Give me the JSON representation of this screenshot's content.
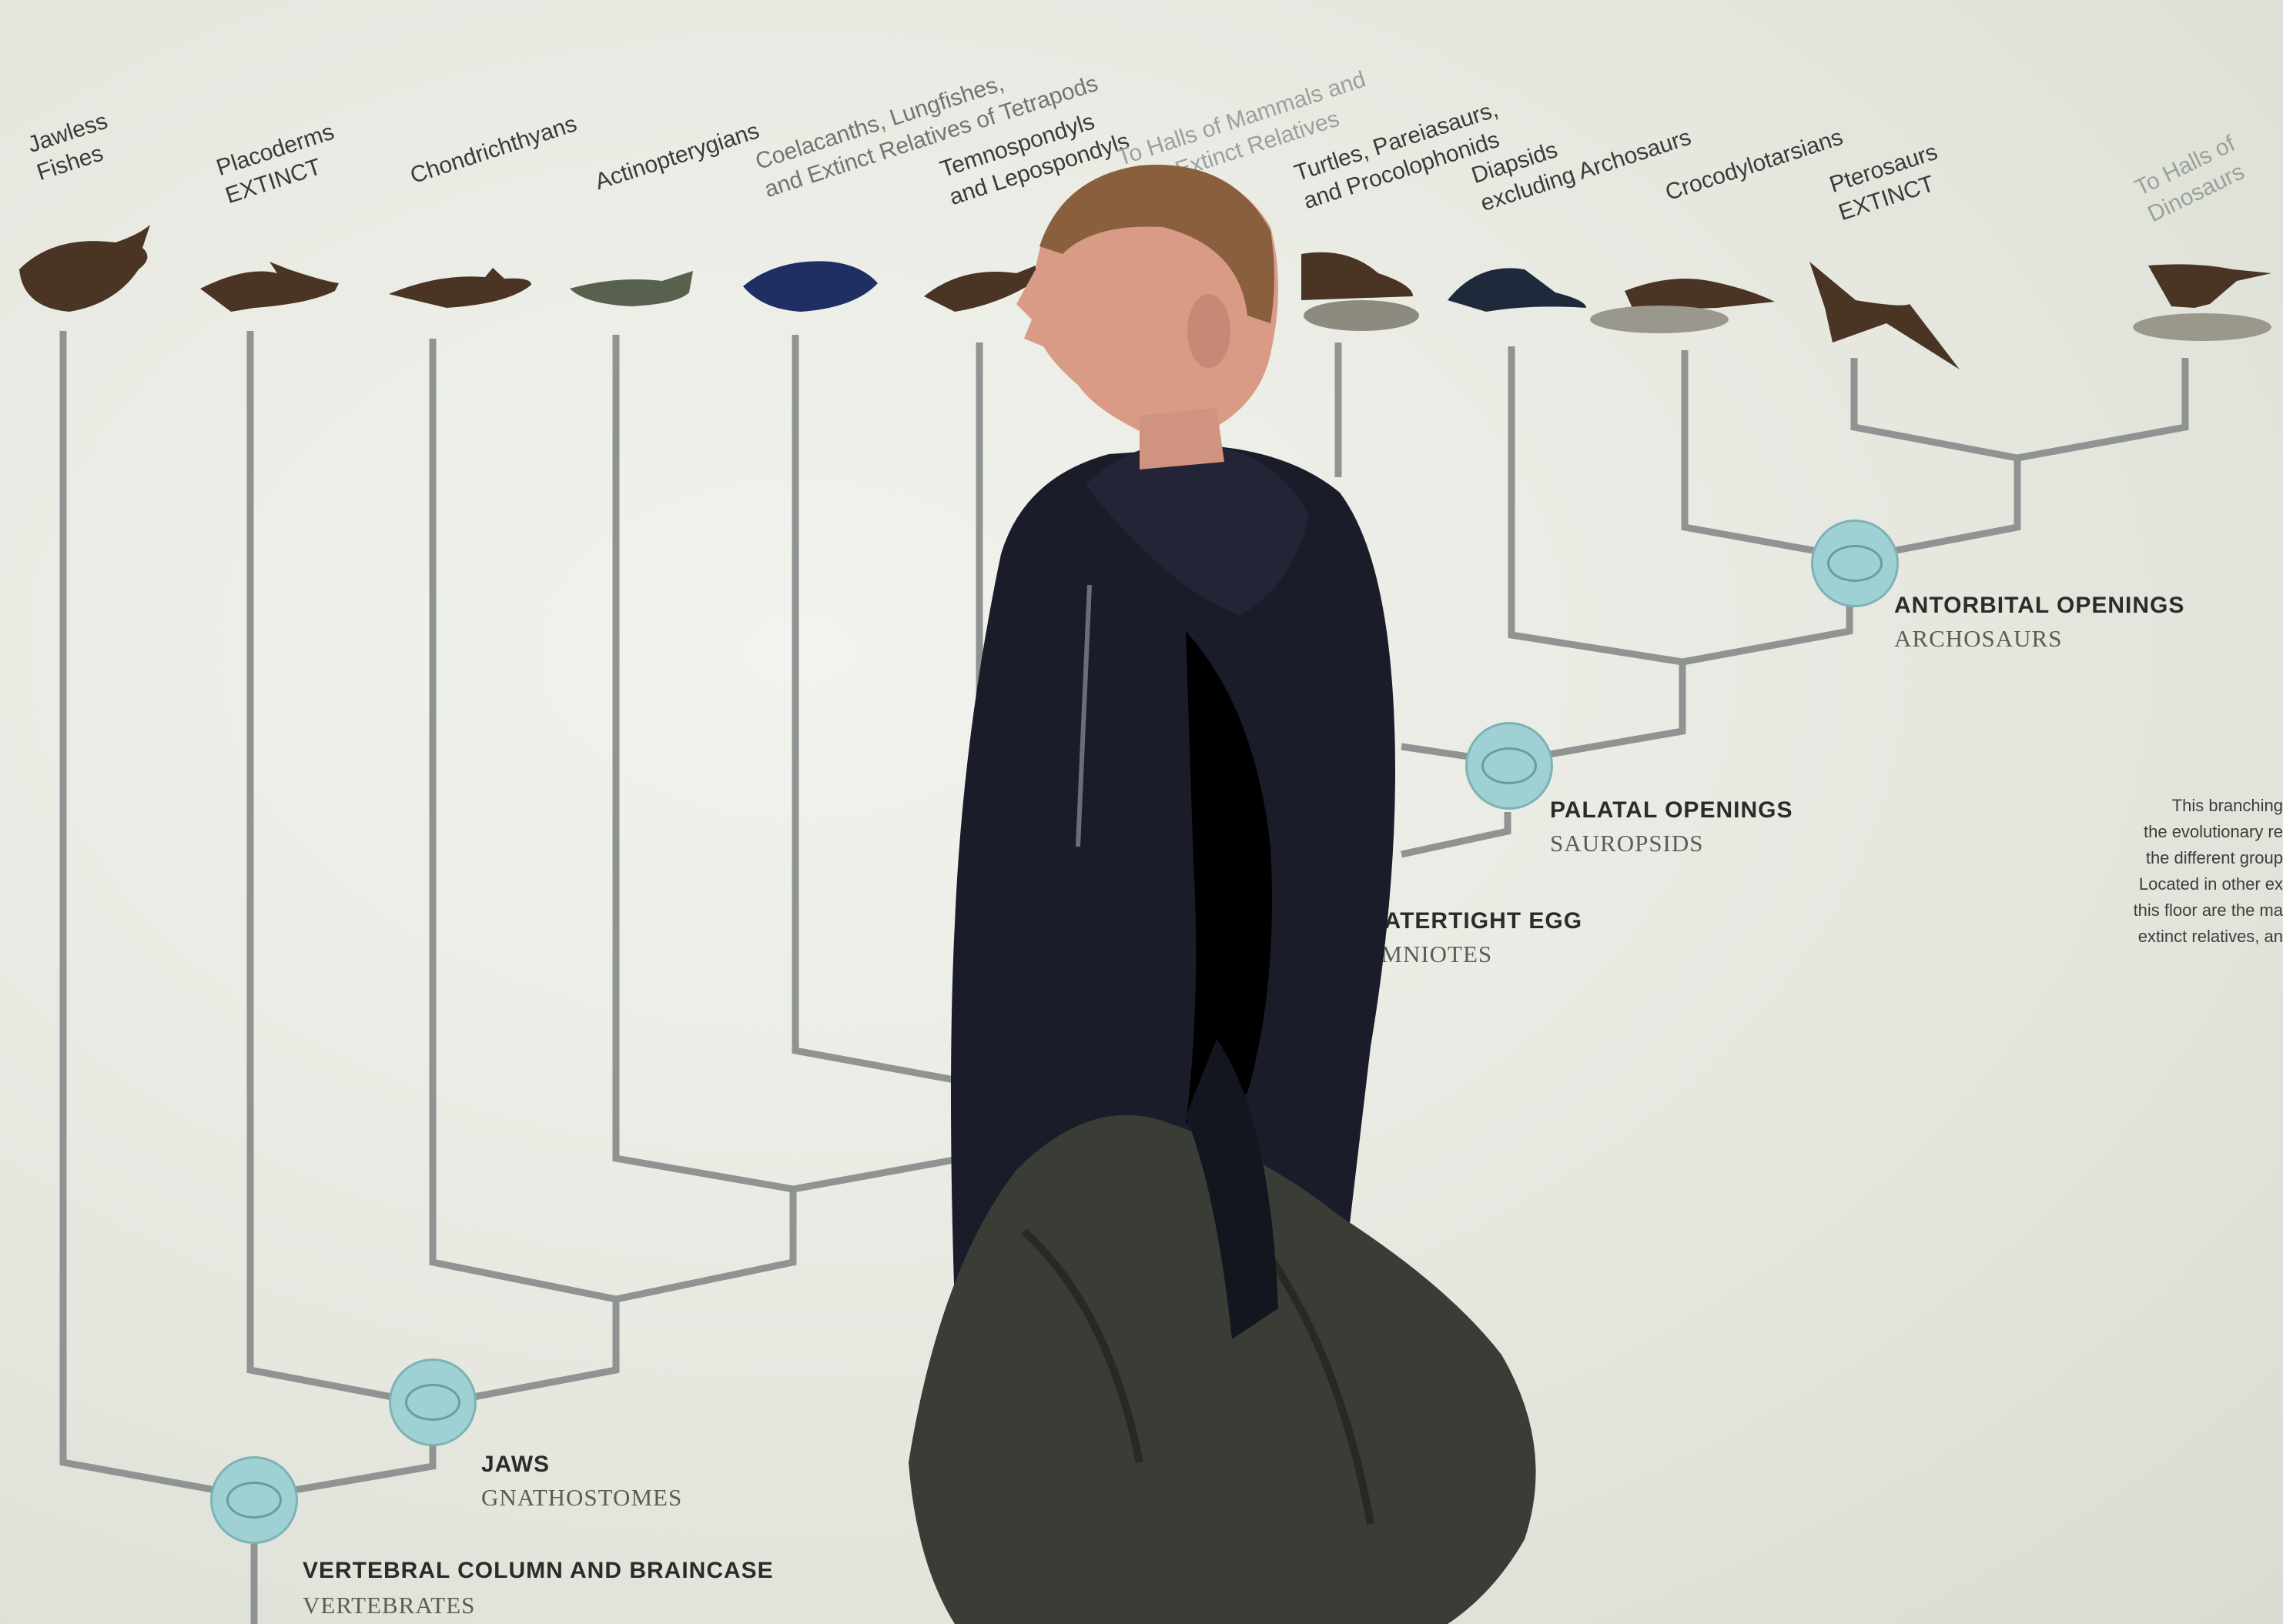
{
  "groups": [
    {
      "id": "jawless",
      "label": "Jawless\nFishes",
      "faded": false
    },
    {
      "id": "placoderms",
      "label": "Placoderms\nEXTINCT",
      "faded": false
    },
    {
      "id": "chondrichthyans",
      "label": "Chondrichthyans",
      "faded": false
    },
    {
      "id": "actinopterygians",
      "label": "Actinopterygians",
      "faded": false
    },
    {
      "id": "coelacanths",
      "label": "Coelacanths, Lungfishes,\nand Extinct Relatives of Tetrapods",
      "faded": false
    },
    {
      "id": "temnospondyls",
      "label": "Temnospondyls\nand Lepospondyls",
      "faded": false
    },
    {
      "id": "mammals",
      "label": "To Halls of Mammals and\ntheir Extinct Relatives",
      "faded": true
    },
    {
      "id": "turtles",
      "label": "Turtles, Pareiasaurs,\nand Procolophonids",
      "faded": false
    },
    {
      "id": "diapsids",
      "label": "Diapsids\nexcluding Archosaurs",
      "faded": false
    },
    {
      "id": "crocodylotarsians",
      "label": "Crocodylotarsians",
      "faded": false
    },
    {
      "id": "pterosaurs",
      "label": "Pterosaurs\nEXTINCT",
      "faded": false
    },
    {
      "id": "dinosaurs",
      "label": "To Halls of\nDinosaurs",
      "faded": true
    }
  ],
  "nodes": [
    {
      "id": "vertebrates",
      "trait": "VERTEBRAL COLUMN AND BRAINCASE",
      "clade": "VERTEBRATES"
    },
    {
      "id": "gnathostomes",
      "trait": "JAWS",
      "clade": "GNATHOSTOMES"
    },
    {
      "id": "amniotes",
      "trait": "WATERTIGHT EGG",
      "clade": "AMNIOTES"
    },
    {
      "id": "sauropsids",
      "trait": "PALATAL OPENINGS",
      "clade": "SAUROPSIDS"
    },
    {
      "id": "archosaurs",
      "trait": "ANTORBITAL OPENINGS",
      "clade": "ARCHOSAURS"
    }
  ],
  "caption": "This branching\nthe evolutionary re\nthe different group\nLocated in other ex\nthis floor are the ma\nextinct relatives, an",
  "colors": {
    "wall": "#e9ebe4",
    "line": "#8e9290",
    "node": "#9fd0d3",
    "hoodie": "#1a1c2a",
    "jacket": "#3a3c36"
  }
}
